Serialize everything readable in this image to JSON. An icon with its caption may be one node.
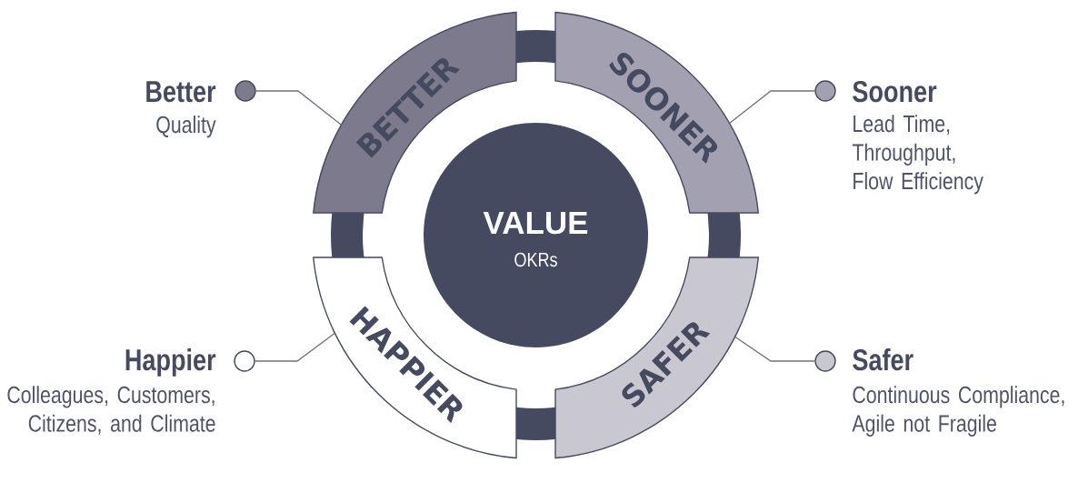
{
  "diagram": {
    "nodes": [
      {
        "text": [
          "VALUE",
          "OKRs"
        ]
      },
      {
        "text": [
          "BETTER"
        ]
      },
      {
        "text": [
          "SOONER"
        ]
      },
      {
        "text": [
          "HAPPIER"
        ]
      },
      {
        "text": [
          "SAFER"
        ]
      },
      {
        "text": [],
        "shape": "circle",
        "beside": [
          "Better",
          "Quality"
        ]
      },
      {
        "text": [],
        "shape": "circle",
        "beside": [
          "Sooner",
          "Lead Time, Throughput, Flow Efficiency"
        ]
      },
      {
        "text": [],
        "shape": "circle",
        "beside": [
          "Happier",
          "Colleagues, Customers, Citizens, and Climate"
        ]
      },
      {
        "text": [],
        "shape": "circle",
        "beside": [
          "Safer",
          "Continuous Compliance, Agile not Fragile"
        ]
      }
    ],
    "edges": [
      {
        "from": 5,
        "to": 1,
        "arrow": "none"
      },
      {
        "from": 6,
        "to": 2,
        "arrow": "none"
      },
      {
        "from": 7,
        "to": 3,
        "arrow": "none"
      },
      {
        "from": 8,
        "to": 4,
        "arrow": "none"
      }
    ]
  }
}
